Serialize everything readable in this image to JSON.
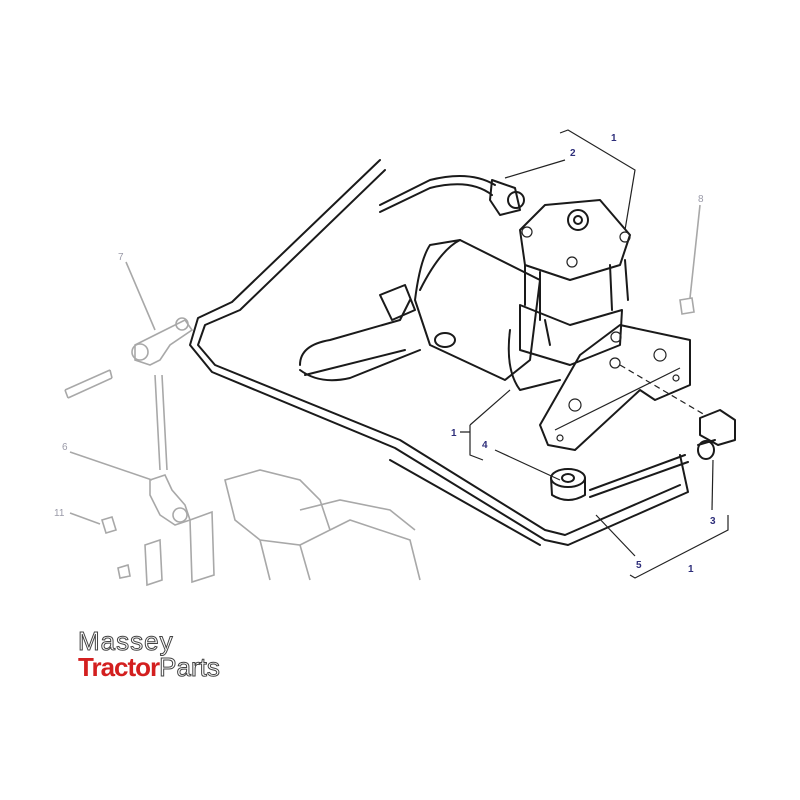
{
  "diagram": {
    "callouts": {
      "assembly_top": "1",
      "assembly_left": "1",
      "assembly_bottom": "1",
      "pipe_fitting": "2",
      "elbow_connector": "3",
      "mount_bush": "4",
      "hose": "5",
      "elbow": "6",
      "tee": "7",
      "cap": "8",
      "plug": "11"
    },
    "label_color": "#2e2e7a",
    "faded_color": "#a8a8a8"
  },
  "logo": {
    "line1": "Massey",
    "word_tractor": "Tractor",
    "word_parts": "Parts",
    "brand_color": "#d31f1f"
  }
}
